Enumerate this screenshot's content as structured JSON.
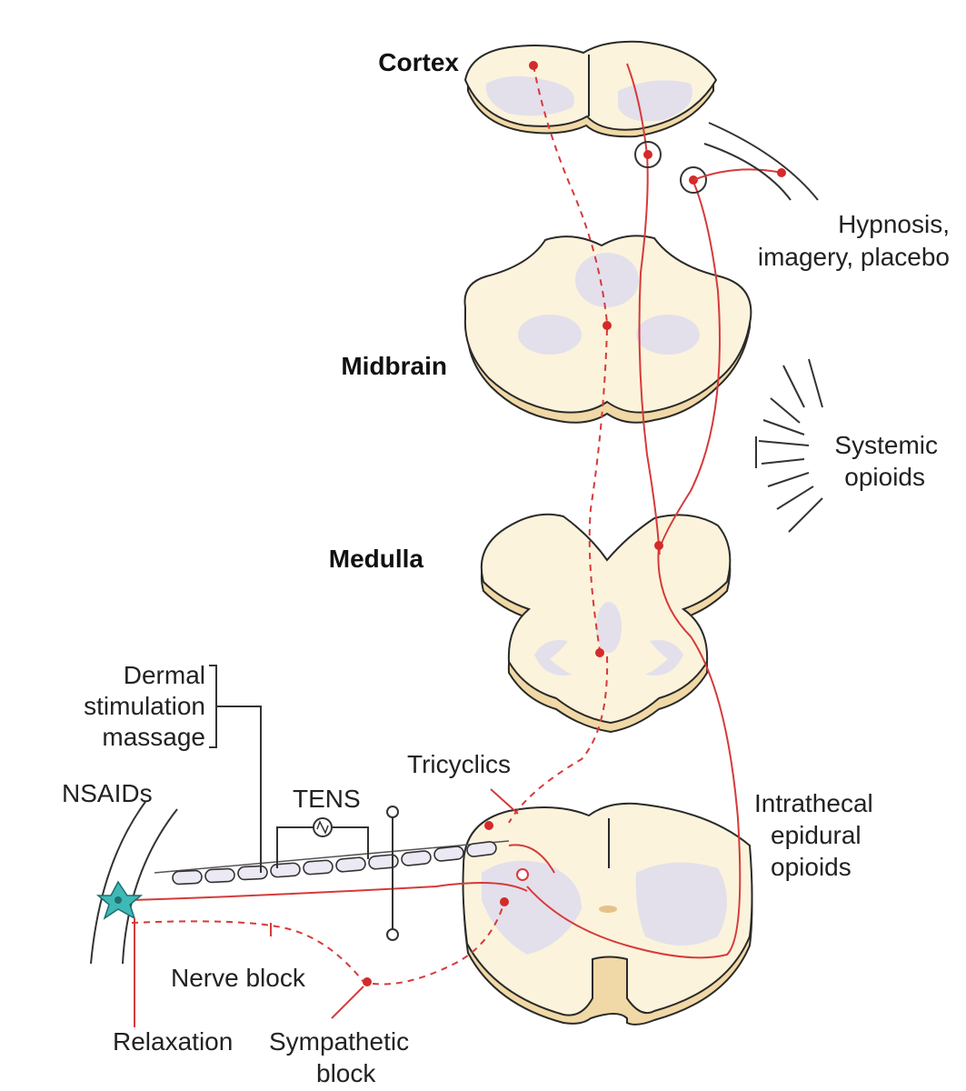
{
  "levels": {
    "cortex": "Cortex",
    "midbrain": "Midbrain",
    "medulla": "Medulla"
  },
  "interventions": {
    "hypnosis_line1": "Hypnosis,",
    "hypnosis_line2": "imagery, placebo",
    "systemic_line1": "Systemic",
    "systemic_line2": "opioids",
    "intrathecal_line1": "Intrathecal",
    "intrathecal_line2": "epidural",
    "intrathecal_line3": "opioids",
    "tricyclics": "Tricyclics",
    "tens": "TENS",
    "dermal_line1": "Dermal",
    "dermal_line2": "stimulation",
    "dermal_line3": "massage",
    "nsaids": "NSAIDs",
    "nerve_block": "Nerve block",
    "relaxation": "Relaxation",
    "sympathetic_line1": "Sympathetic",
    "sympathetic_line2": "block"
  },
  "colors": {
    "pathway": "#d63a3a",
    "tissue": "#fbf3dc",
    "tissue_edge": "#f0d9a6",
    "gray_matter": "#e3e0ec",
    "nociceptor": "#3fb8b8"
  }
}
